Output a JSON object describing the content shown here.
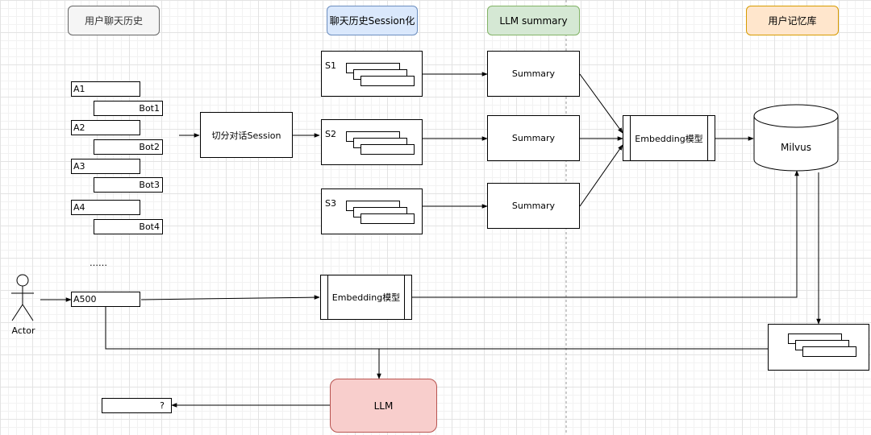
{
  "headers": {
    "history": "用户聊天历史",
    "sessionize": "聊天历史Session化",
    "summary": "LLM summary",
    "memory": "用户记忆库"
  },
  "messages": [
    "A1",
    "Bot1",
    "A2",
    "Bot2",
    "A3",
    "Bot3",
    "A4",
    "Bot4"
  ],
  "ellipsis": "……",
  "query": "A500",
  "split_label": "切分对话Session",
  "sessions": [
    "S1",
    "S2",
    "S3"
  ],
  "summaries": [
    "Summary",
    "Summary",
    "Summary"
  ],
  "embedding_label": "Embedding模型",
  "embedding_label_2": "Embedding模型",
  "db_label": "Milvus",
  "actor_label": "Actor",
  "llm_label": "LLM",
  "answer": "?"
}
